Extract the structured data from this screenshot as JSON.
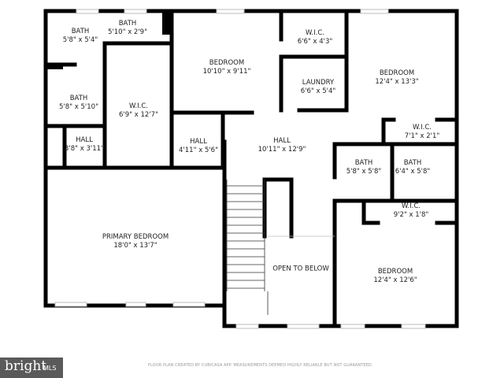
{
  "rooms": [
    {
      "name": "BATH",
      "dims": "5'8\" x 5'4\""
    },
    {
      "name": "BATH",
      "dims": "5'10\" x 2'9\""
    },
    {
      "name": "BEDROOM",
      "dims": "10'10\" x 9'11\""
    },
    {
      "name": "W.I.C.",
      "dims": "6'6\" x 4'3\""
    },
    {
      "name": "BEDROOM",
      "dims": "12'4\" x 13'3\""
    },
    {
      "name": "LAUNDRY",
      "dims": "6'6\" x 5'4\""
    },
    {
      "name": "BATH",
      "dims": "5'8\" x 5'10\""
    },
    {
      "name": "W.I.C.",
      "dims": "6'9\" x 12'7\""
    },
    {
      "name": "HALL",
      "dims": "3'8\" x 3'11\""
    },
    {
      "name": "HALL",
      "dims": "4'11\" x 5'6\""
    },
    {
      "name": "HALL",
      "dims": "10'11\" x 12'9\""
    },
    {
      "name": "W.I.C.",
      "dims": "7'1\" x 2'1\""
    },
    {
      "name": "BATH",
      "dims": "5'8\" x 5'8\""
    },
    {
      "name": "BATH",
      "dims": "6'4\" x 5'8\""
    },
    {
      "name": "W.I.C.",
      "dims": "9'2\" x 1'8\""
    },
    {
      "name": "PRIMARY BEDROOM",
      "dims": "18'0\" x 13'7\""
    },
    {
      "name": "OPEN TO BELOW",
      "dims": ""
    },
    {
      "name": "BEDROOM",
      "dims": "12'4\" x 12'6\""
    }
  ],
  "footer": {
    "logo": "bright",
    "logo_suffix": "MLS",
    "disclaimer": "FLOOR PLAN CREATED BY CUBICASA APP. MEASUREMENTS DEEMED HIGHLY RELIABLE BUT NOT GUARANTEED."
  },
  "colors": {
    "wall": "#000000",
    "window": "#cccccc",
    "logo_bg": "#5a5a5a"
  }
}
